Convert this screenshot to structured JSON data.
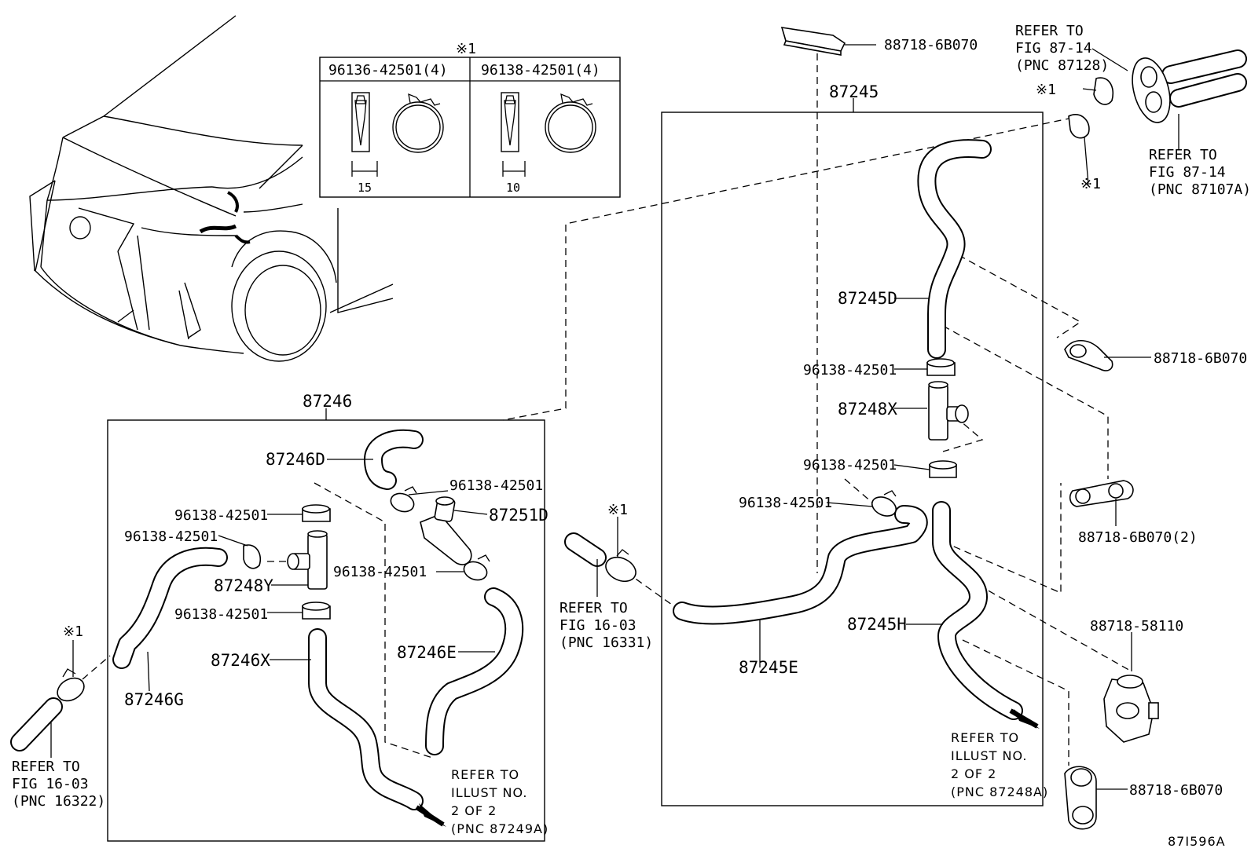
{
  "inset": {
    "marker": "※1",
    "col1_header": "96136-42501(4)",
    "col2_header": "96138-42501(4)",
    "col1_dim": "15",
    "col2_dim": "10"
  },
  "groups": {
    "g87245": "87245",
    "g87246": "87246"
  },
  "labels": {
    "top_bracket": "88718-6B070",
    "refer_top_right_1": [
      "REFER TO",
      "FIG 87-14",
      "(PNC 87128)"
    ],
    "mark_top_right_a": "※1",
    "mark_top_right_b": "※1",
    "refer_top_right_2": [
      "REFER TO",
      "FIG 87-14",
      "(PNC 87107A)"
    ],
    "p87245D": "87245D",
    "p96138_a": "96138-42501",
    "p87248X": "87248X",
    "p96138_b": "96138-42501",
    "p96138_c": "96138-42501",
    "p87245E": "87245E",
    "p87245H": "87245H",
    "refer_2of2_right": [
      "REFER TO",
      "ILLUST NO.",
      "2 OF 2",
      "(PNC 87248A)"
    ],
    "r88718_a": "88718-6B070",
    "r88718_b": "88718-6B070(2)",
    "r88718_c": "88718-58110",
    "r88718_d": "88718-6B070",
    "mark_mid": "※1",
    "refer_mid": [
      "REFER TO",
      "FIG 16-03",
      "(PNC 16331)"
    ],
    "p87246D": "87246D",
    "p96138_d": "96138-42501",
    "p87251D": "87251D",
    "p96138_e": "96138-42501",
    "p96138_f": "96138-42501",
    "p87248Y": "87248Y",
    "p96138_g": "96138-42501",
    "p96138_h": "96138-42501",
    "p87246X": "87246X",
    "p87246E": "87246E",
    "p87246G": "87246G",
    "mark_left": "※1",
    "refer_left": [
      "REFER TO",
      "FIG 16-03",
      "(PNC 16322)"
    ],
    "refer_2of2_left": [
      "REFER TO",
      "ILLUST NO.",
      "2 OF 2",
      "(PNC 87249A)"
    ],
    "diagram_code": "87I596A"
  }
}
